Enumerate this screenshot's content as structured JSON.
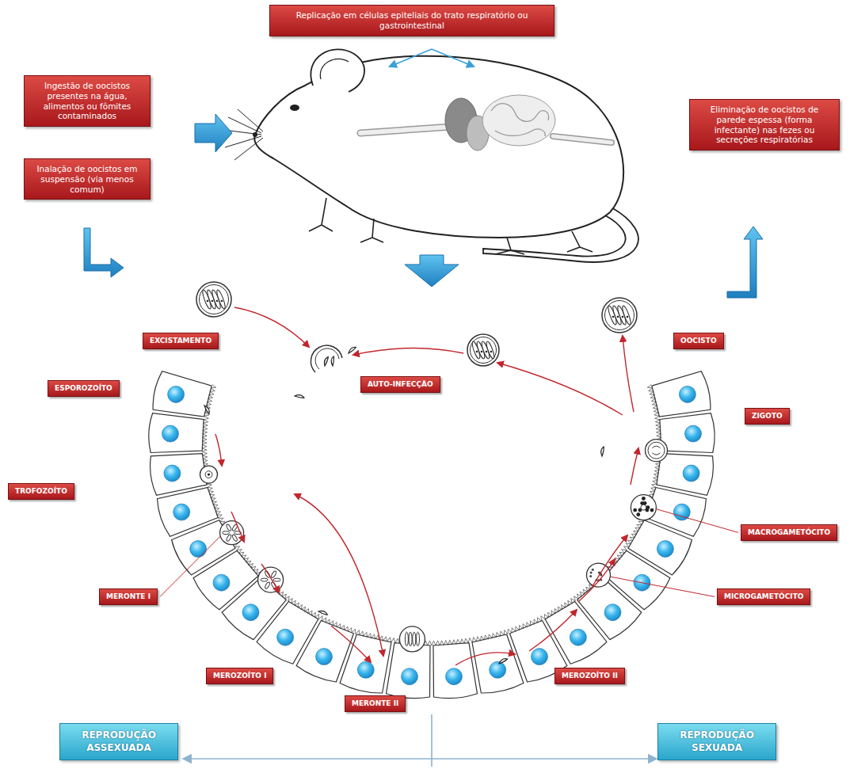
{
  "diagram": {
    "nodes": [
      {
        "text": [
          "Replicação em células epiteliais do trato respiratório ou gastrointestinal"
        ]
      },
      {
        "text": [
          "Ingestão de oocistos presentes na água, alimentos ou fômites contaminados"
        ]
      },
      {
        "text": [
          "Inalação de oocistos em suspensão (via menos comum)"
        ]
      },
      {
        "text": [
          "Eliminação de oocistos de parede espessa (forma infectante) nas fezes ou secreções respiratórias"
        ]
      },
      {
        "text": [
          "EXCISTAMENTO"
        ]
      },
      {
        "text": [
          "AUTO-INFECÇÃO"
        ]
      },
      {
        "text": [
          "OOCISTO"
        ]
      },
      {
        "text": [
          "ESPOROZOÍTO"
        ]
      },
      {
        "text": [
          "ZIGOTO"
        ]
      },
      {
        "text": [
          "TROFOZOÍTO"
        ]
      },
      {
        "text": [
          "MACROGAMETÓCITO"
        ]
      },
      {
        "text": [
          "MICROGAMETÓCITO"
        ]
      },
      {
        "text": [
          "MERONTE I"
        ]
      },
      {
        "text": [
          "MEROZOÍTO I"
        ]
      },
      {
        "text": [
          "MERONTE II"
        ]
      },
      {
        "text": [
          "MEROZOÍTO II"
        ]
      },
      {
        "text": [
          "REPRODUÇÃO ASSEXUADA"
        ]
      },
      {
        "text": [
          "REPRODUÇÃO SEXUADA"
        ]
      }
    ]
  }
}
